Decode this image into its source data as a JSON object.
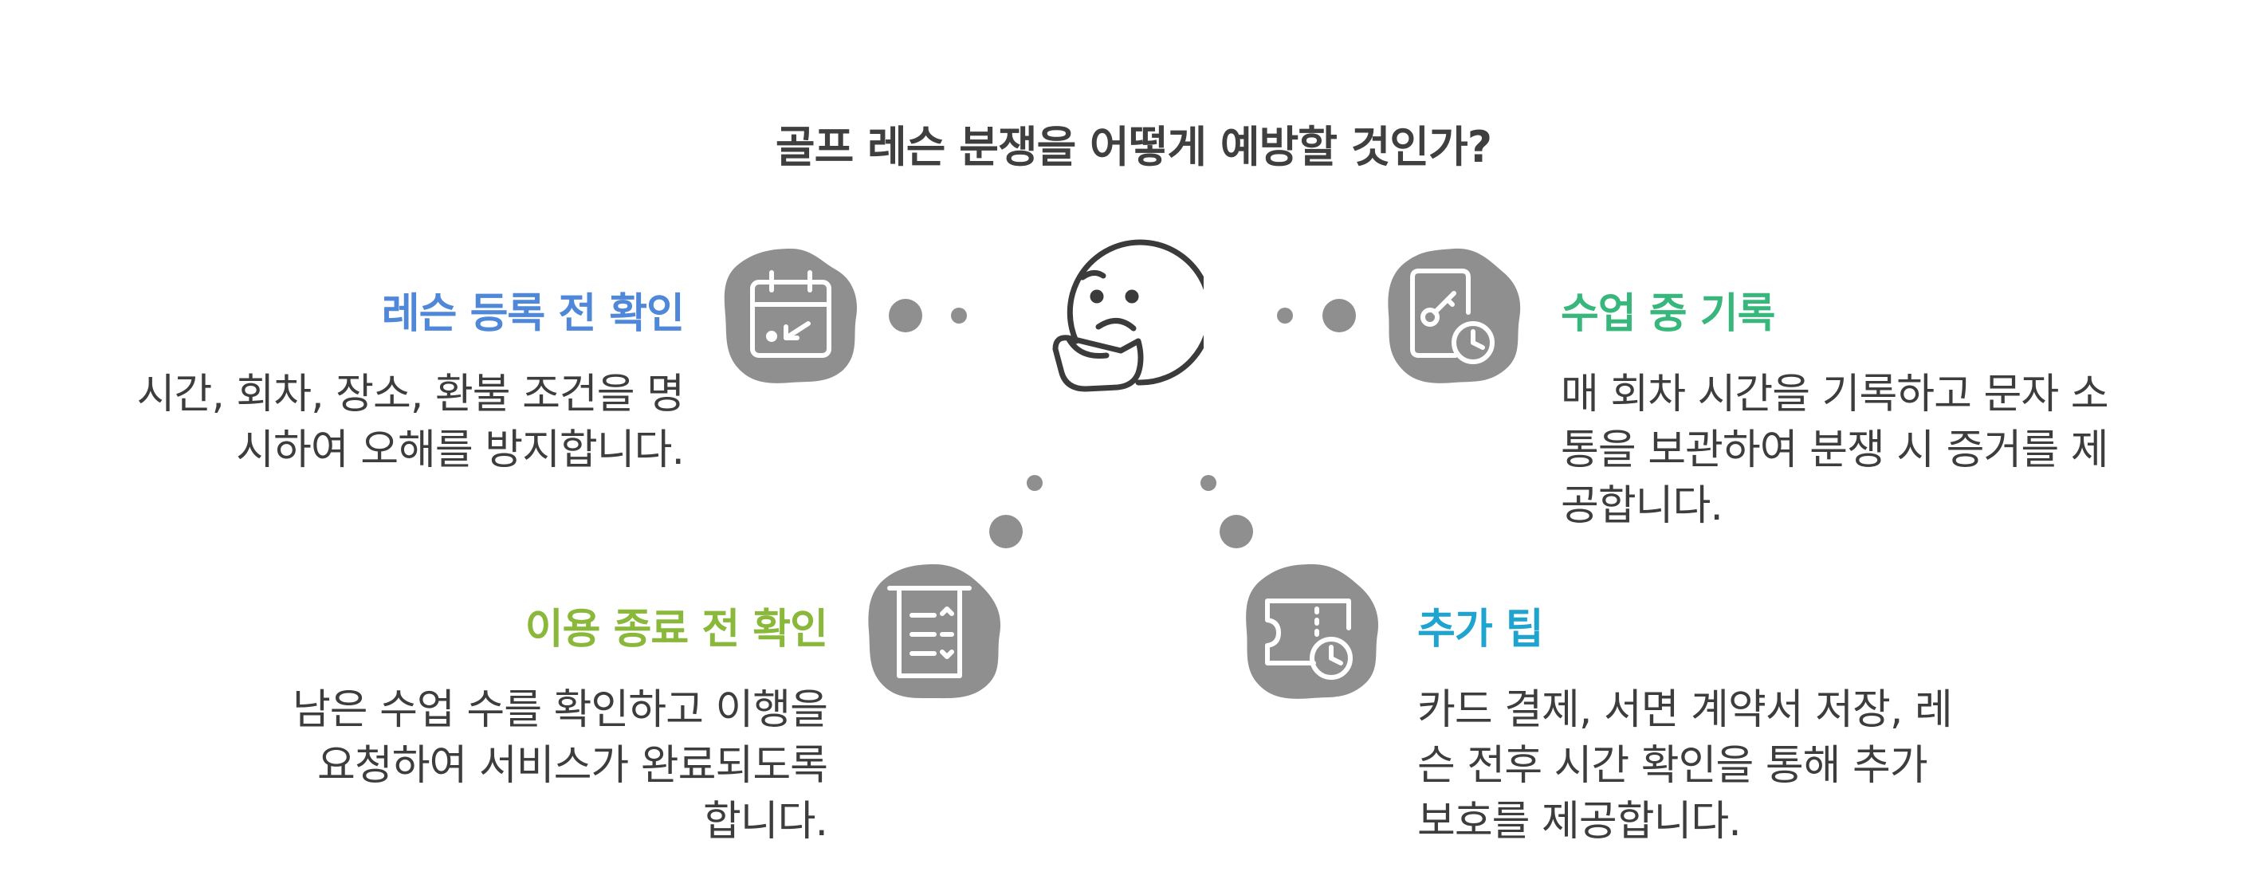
{
  "title": "골프 레슨 분쟁을 어떻게 예방할 것인가?",
  "colors": {
    "blob": "#8f8f8f",
    "icon_stroke": "#ffffff",
    "dot": "#8f8f8f",
    "face": "#3b3b3b",
    "blue": "#4f87d9",
    "green": "#38b77c",
    "lime": "#8ab83a",
    "cyan": "#1fa3cf"
  },
  "center_icon": "thinking-face-icon",
  "items": [
    {
      "heading": "레슨 등록 전 확인",
      "text": "시간, 회차, 장소, 환불 조건을 명\n시하여 오해를 방지합니다.",
      "icon": "calendar-check-icon"
    },
    {
      "heading": "수업 중 기록",
      "text": "매 회차 시간을 기록하고 문자 소\n통을 보관하여 분쟁 시 증거를 제\n공합니다.",
      "icon": "phone-clock-icon"
    },
    {
      "heading": "이용 종료 전 확인",
      "text": "남은 수업 수를 확인하고 이행을\n요청하여 서비스가 완료되도록\n합니다.",
      "icon": "receipt-list-icon"
    },
    {
      "heading": "추가 팁",
      "text": "카드 결제, 서면 계약서 저장, 레\n슨 전후 시간 확인을 통해 추가\n보호를 제공합니다.",
      "icon": "ticket-clock-icon"
    }
  ]
}
